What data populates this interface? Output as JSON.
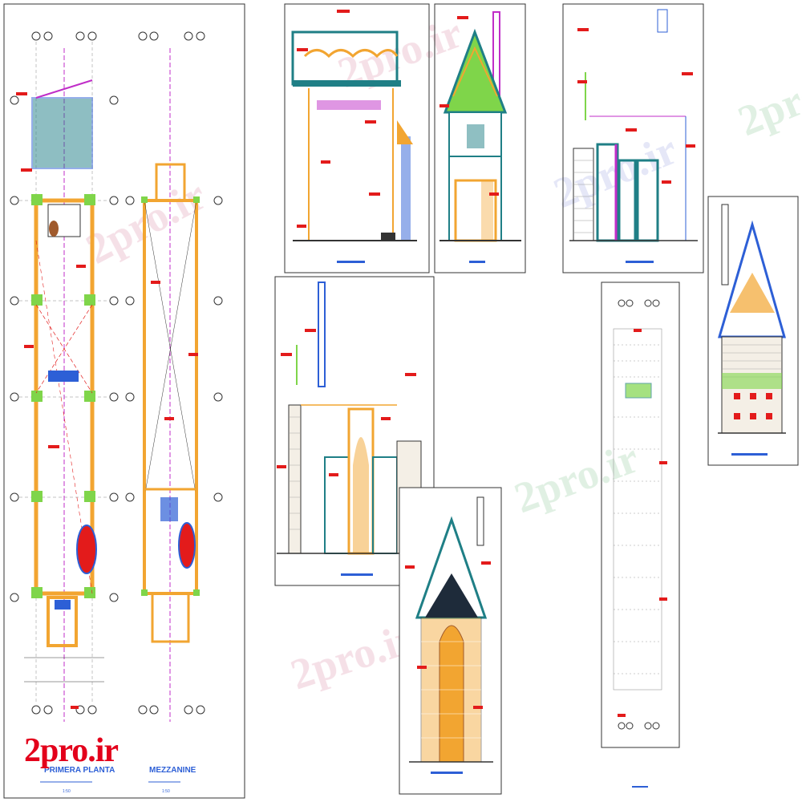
{
  "brand": {
    "logo_text": "2pro.ir",
    "color": "#e3001b"
  },
  "watermark": {
    "text": "2pro.ir"
  },
  "colors": {
    "wall": "#f2a531",
    "structure": "#1f7f86",
    "highlight": "#7fd54a",
    "annotation": "#e31b1b",
    "dimension": "#c8001e",
    "accent": "#c02ec8",
    "blue": "#2d5fd6",
    "roof": "#1a8ca0"
  },
  "drawings": {
    "plan_ground": {
      "title": "PRIMERA PLANTA",
      "scale": "1:50"
    },
    "plan_mezzanine": {
      "title": "MEZZANINE",
      "scale": "1:50"
    }
  }
}
